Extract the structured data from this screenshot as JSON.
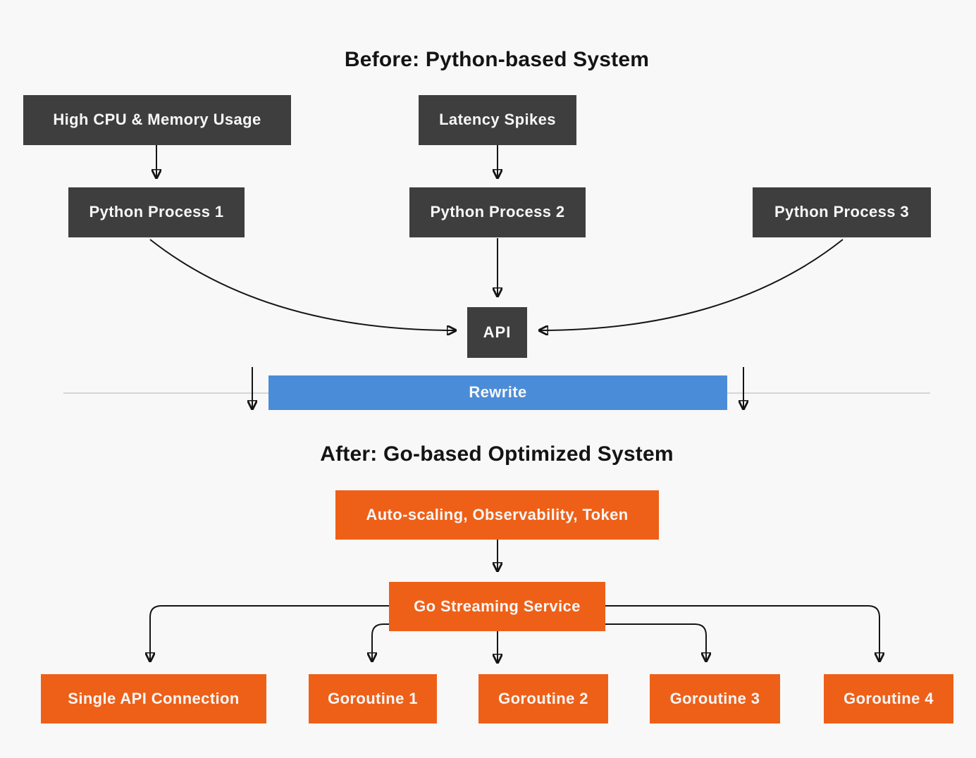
{
  "colors": {
    "background": "#f8f8f8",
    "dark_box": "#3e3e3e",
    "orange_box": "#ee6018",
    "blue_bar": "#4b8cd8",
    "arrow": "#151515",
    "divider_line": "#b5b5b5",
    "box_text": "#f7f7f7",
    "title_text": "#141414"
  },
  "before": {
    "title": "Before: Python-based System",
    "high_cpu": "High CPU & Memory Usage",
    "latency": "Latency Spikes",
    "process1": "Python Process 1",
    "process2": "Python Process 2",
    "process3": "Python Process 3",
    "api": "API"
  },
  "transition": {
    "rewrite": "Rewrite"
  },
  "after": {
    "title": "After: Go-based Optimized System",
    "features": "Auto-scaling, Observability, Token",
    "service": "Go Streaming Service",
    "single_api": "Single API Connection",
    "goroutine1": "Goroutine 1",
    "goroutine2": "Goroutine 2",
    "goroutine3": "Goroutine 3",
    "goroutine4": "Goroutine 4"
  }
}
